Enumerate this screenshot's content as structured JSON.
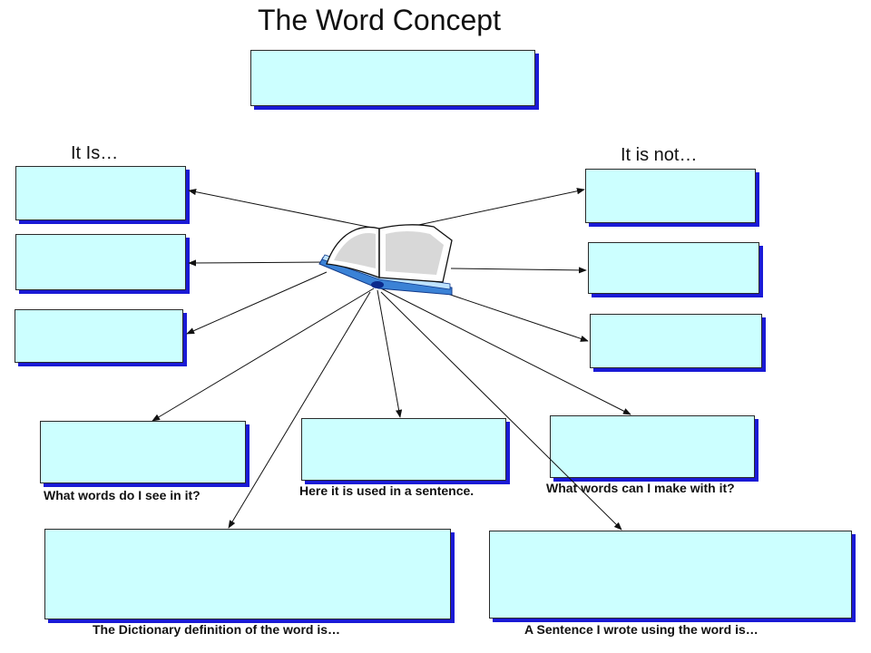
{
  "title": "The Word Concept",
  "it_is_label": "It Is…",
  "it_is_not_label": "It is not…",
  "labels": {
    "words_see": "What words do I see in it?",
    "used_sentence": "Here it is used in a sentence.",
    "words_make": "What words can I make with it?",
    "dictionary": "The Dictionary definition of the word is…",
    "sentence_wrote": "A Sentence I wrote using the word is…"
  },
  "icons": {
    "center": "open-book-icon"
  },
  "colors": {
    "box_fill": "#ccffff",
    "box_shadow": "#1a1ad6",
    "book_cover": "#3b82d6"
  }
}
